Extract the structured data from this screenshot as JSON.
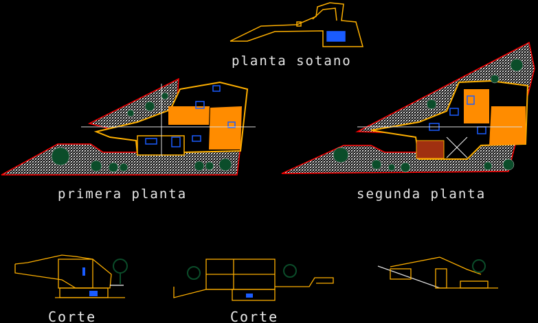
{
  "labels": {
    "basement": "planta sotano",
    "first_floor": "primera planta",
    "second_floor": "segunda planta",
    "section_1": "Corte",
    "section_2": "Corte"
  },
  "colors": {
    "background": "#000000",
    "wall": "#ffb000",
    "fill": "#ff8c00",
    "boundary": "#ff0000",
    "furniture": "#1a5cff",
    "tree": "#0b4d2a",
    "gravel": "#d8d8d8",
    "text": "#e8e8e8"
  }
}
